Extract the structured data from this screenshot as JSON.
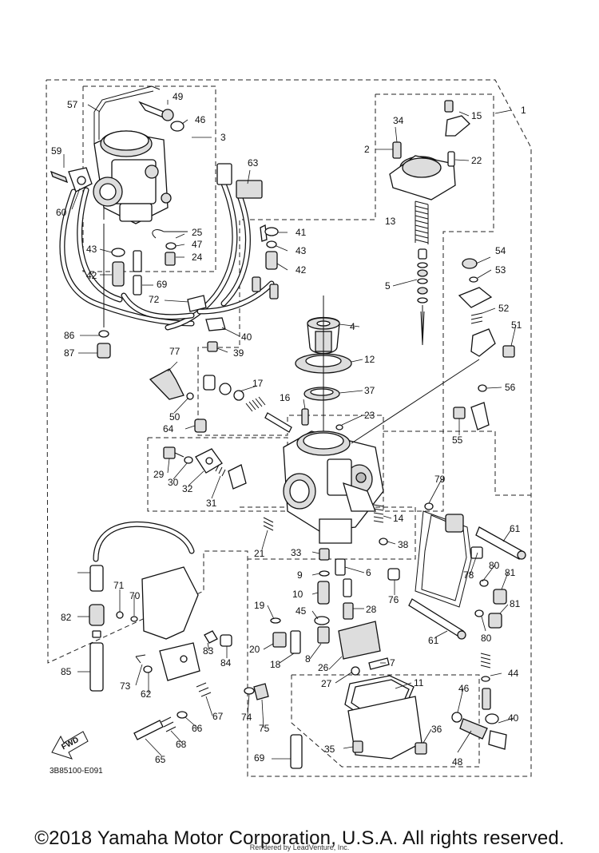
{
  "diagram": {
    "drawing_code": "3B85100-E091",
    "fwd_label": "FWD",
    "callouts": [
      "1",
      "2",
      "3",
      "4",
      "5",
      "6",
      "7",
      "8",
      "9",
      "10",
      "11",
      "12",
      "13",
      "14",
      "15",
      "16",
      "17",
      "18",
      "19",
      "20",
      "21",
      "22",
      "23",
      "24",
      "25",
      "26",
      "27",
      "28",
      "29",
      "30",
      "31",
      "32",
      "33",
      "34",
      "35",
      "36",
      "37",
      "38",
      "39",
      "40",
      "41",
      "42",
      "43",
      "44",
      "45",
      "46",
      "47",
      "48",
      "49",
      "50",
      "51",
      "52",
      "53",
      "54",
      "55",
      "56",
      "57",
      "59",
      "60",
      "61",
      "62",
      "63",
      "64",
      "65",
      "66",
      "67",
      "68",
      "69",
      "70",
      "71",
      "72",
      "73",
      "74",
      "75",
      "76",
      "77",
      "78",
      "79",
      "80",
      "81",
      "82",
      "83",
      "84",
      "85",
      "86",
      "87"
    ]
  },
  "footer": {
    "copyright": "©2018 Yamaha Motor Corporation, U.S.A. All rights reserved.",
    "rendered_by": "Rendered by LeadVenture, Inc."
  }
}
